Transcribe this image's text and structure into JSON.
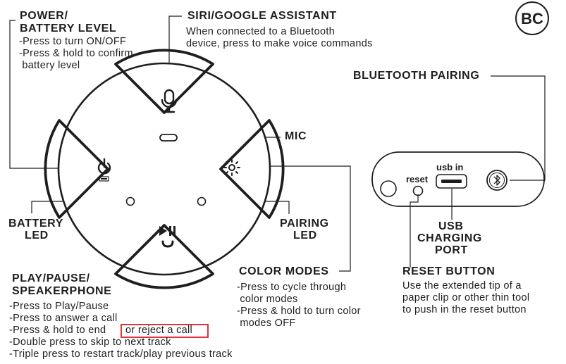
{
  "brand_badge": "BC",
  "power": {
    "title_line1": "POWER/",
    "title_line2": "BATTERY LEVEL",
    "desc": [
      "-Press to turn ON/OFF",
      "-Press & hold to confirm",
      " battery level"
    ]
  },
  "siri": {
    "title": "SIRI/GOOGLE ASSISTANT",
    "desc": [
      "When connected to a Bluetooth",
      "device, press to make voice commands"
    ]
  },
  "bluetooth_pairing": {
    "title": "BLUETOOTH PAIRING"
  },
  "mic": {
    "title": "MIC"
  },
  "battery_led": {
    "line1": "BATTERY",
    "line2": "LED"
  },
  "pairing_led": {
    "line1": "PAIRING",
    "line2": "LED"
  },
  "port_labels": {
    "reset": "reset",
    "usb": "usb in"
  },
  "usb_charging_port": {
    "line1": "USB",
    "line2": "CHARGING",
    "line3": "PORT"
  },
  "play_pause": {
    "title_line1": "PLAY/PAUSE/",
    "title_line2": "SPEAKERPHONE",
    "desc": [
      "-Press to Play/Pause",
      "-Press to answer a call",
      "-Press & hold to end",
      "or reject a call",
      "-Double press to skip to next track",
      "-Triple press to restart track/play previous track"
    ]
  },
  "color_modes": {
    "title": "COLOR MODES",
    "desc": [
      "-Press to cycle through",
      " color modes",
      "-Press & hold to turn color",
      " modes OFF"
    ]
  },
  "reset_button": {
    "title": "RESET BUTTON",
    "desc": [
      "Use the extended tip of a",
      "paper clip or other thin tool",
      "to push in the reset button"
    ]
  },
  "colors": {
    "ink": "#1e1e1e",
    "highlight": "#e0343a",
    "background": "#ffffff"
  }
}
